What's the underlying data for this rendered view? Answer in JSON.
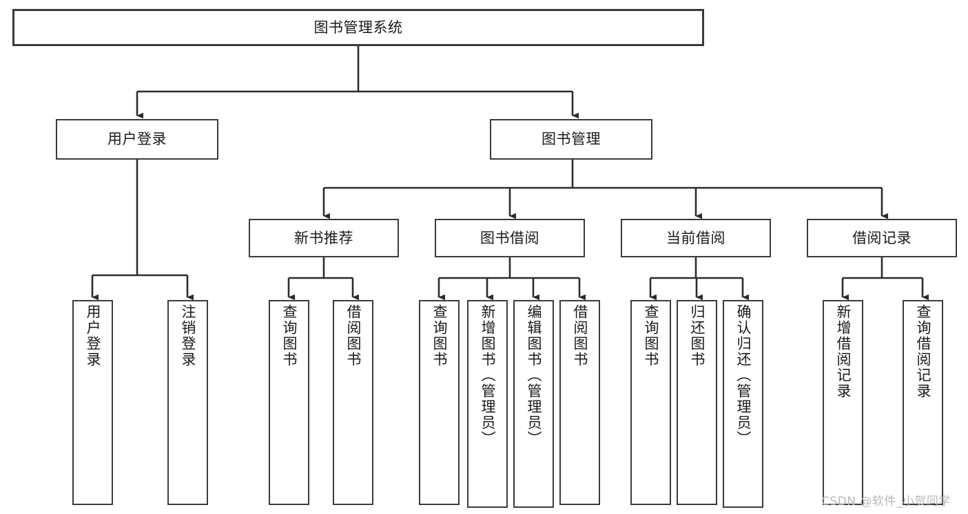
{
  "diagram": {
    "title": "图书管理系统",
    "type": "tree-hierarchy-chart",
    "colors": {
      "box_border": "#3a3a3a",
      "box_fill": "#ffffff",
      "edge": "#2b2b2b",
      "text": "#1a1a1a",
      "watermark": "#b8b8b8"
    },
    "root": {
      "label": "图书管理系统"
    },
    "level2": [
      {
        "label": "用户登录"
      },
      {
        "label": "图书管理"
      }
    ],
    "level3": [
      {
        "label": "新书推荐"
      },
      {
        "label": "图书借阅"
      },
      {
        "label": "当前借阅"
      },
      {
        "label": "借阅记录"
      }
    ],
    "leaves": {
      "user_login": [
        {
          "label": "用户登录"
        },
        {
          "label": "注销登录"
        }
      ],
      "new_book_recommend": [
        {
          "label": "查询图书"
        },
        {
          "label": "借阅图书"
        }
      ],
      "book_borrow": [
        {
          "label": "查询图书"
        },
        {
          "label": "新增图书（管理员）"
        },
        {
          "label": "编辑图书（管理员）"
        },
        {
          "label": "借阅图书"
        }
      ],
      "current_borrow": [
        {
          "label": "查询图书"
        },
        {
          "label": "归还图书"
        },
        {
          "label": "确认归还（管理员）"
        }
      ],
      "borrow_record": [
        {
          "label": "新增借阅记录"
        },
        {
          "label": "查询借阅记录"
        }
      ]
    }
  },
  "watermark": {
    "text": "CSDN @软件_小贺同学"
  }
}
